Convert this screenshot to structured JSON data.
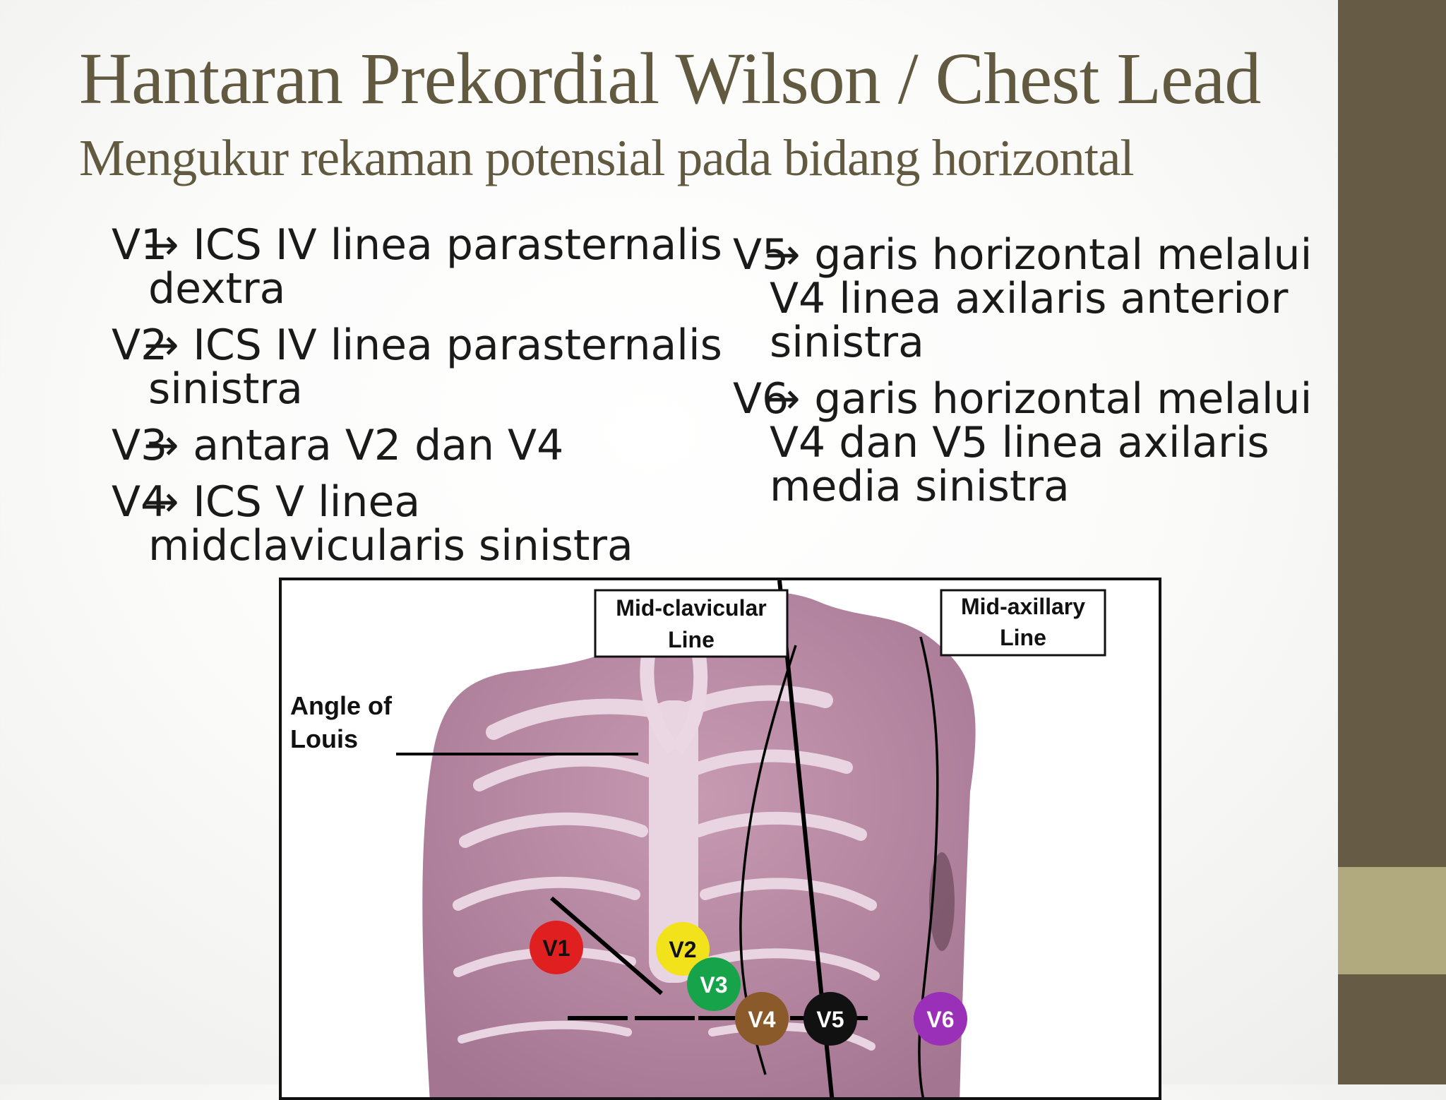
{
  "slide": {
    "title": "Hantaran Prekordial Wilson / Chest Lead",
    "subtitle": "Mengukur rekaman potensial pada bidang horizontal",
    "arrow_glyph": "→",
    "left_items": [
      {
        "lead": "V1",
        "text": "ICS IV linea parasternalis dextra"
      },
      {
        "lead": "V2",
        "text": "ICS IV linea parasternalis sinistra"
      },
      {
        "lead": "V3",
        "text": "antara V2 dan V4"
      },
      {
        "lead": "V4",
        "text": "ICS V linea midclavicularis sinistra"
      }
    ],
    "right_items": [
      {
        "lead": "V5",
        "text": "garis horizontal melalui V4 linea axilaris anterior sinistra"
      },
      {
        "lead": "V6",
        "text": "garis horizontal melalui V4 dan V5 linea axilaris media sinistra"
      }
    ]
  },
  "figure": {
    "label_midclavicular_1": "Mid-clavicular",
    "label_midclavicular_2": "Line",
    "label_midaxillary_1": "Mid-axillary",
    "label_midaxillary_2": "Line",
    "label_angle_1": "Angle of",
    "label_angle_2": "Louis",
    "electrodes": [
      {
        "name": "V1",
        "color": "#e02020"
      },
      {
        "name": "V2",
        "color": "#f2e21c"
      },
      {
        "name": "V3",
        "color": "#16a34a"
      },
      {
        "name": "V4",
        "color": "#8b5a2b"
      },
      {
        "name": "V5",
        "color": "#111111"
      },
      {
        "name": "V6",
        "color": "#9b30b8"
      }
    ]
  },
  "theme": {
    "title_color": "#625a40",
    "sidebar_color": "#665c45",
    "sidebar_accent": "#b1aa7f"
  }
}
